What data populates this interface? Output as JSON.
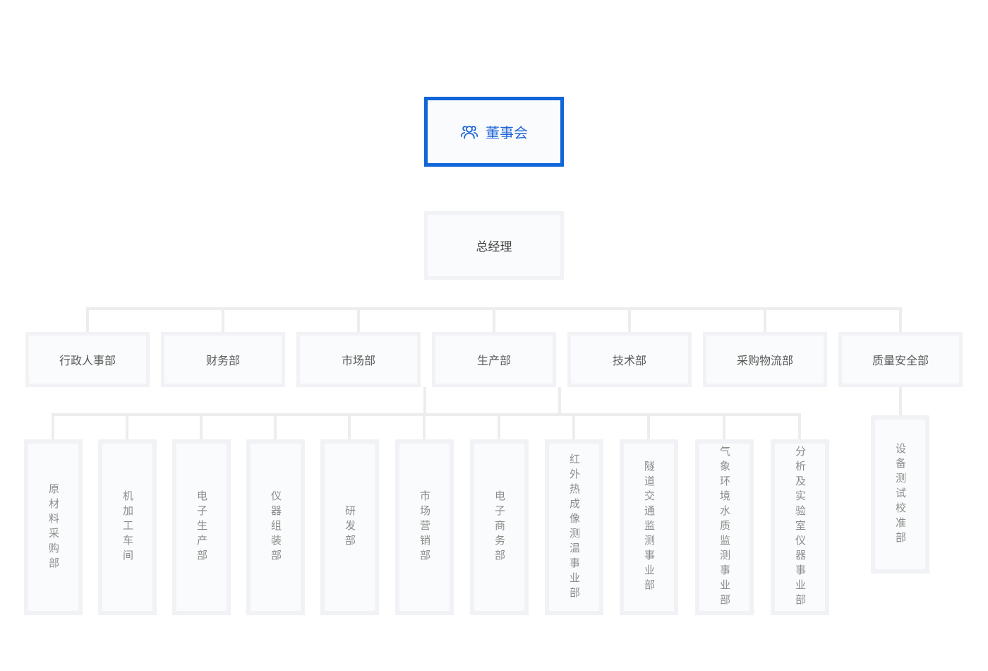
{
  "org_chart": {
    "root": {
      "label": "董事会",
      "icon": "team-icon",
      "selected": true
    },
    "general_manager": {
      "label": "总经理"
    },
    "departments": [
      {
        "label": "行政人事部"
      },
      {
        "label": "财务部"
      },
      {
        "label": "市场部"
      },
      {
        "label": "生产部"
      },
      {
        "label": "技术部"
      },
      {
        "label": "采购物流部"
      },
      {
        "label": "质量安全部"
      }
    ],
    "subunits": [
      {
        "label": "原材料采购部"
      },
      {
        "label": "机加工车间"
      },
      {
        "label": "电子生产部"
      },
      {
        "label": "仪器组装部"
      },
      {
        "label": "研发部"
      },
      {
        "label": "市场营销部"
      },
      {
        "label": "电子商务部"
      },
      {
        "label": "红外热成像测温事业部"
      },
      {
        "label": "隧道交通监测事业部"
      },
      {
        "label": "气象环境水质监测事业部"
      },
      {
        "label": "分析及实验室仪器事业部"
      }
    ],
    "quality_subunit": {
      "label": "设备测试校准部"
    },
    "colors": {
      "accent_blue_border": "#1065d8",
      "accent_blue_text": "#1f66d9",
      "node_background": "#fafbfc",
      "node_border": "#f0f2f5",
      "connector_line": "#ededf0",
      "dept_text": "#595959",
      "subunit_text": "#8c8c8c"
    }
  }
}
